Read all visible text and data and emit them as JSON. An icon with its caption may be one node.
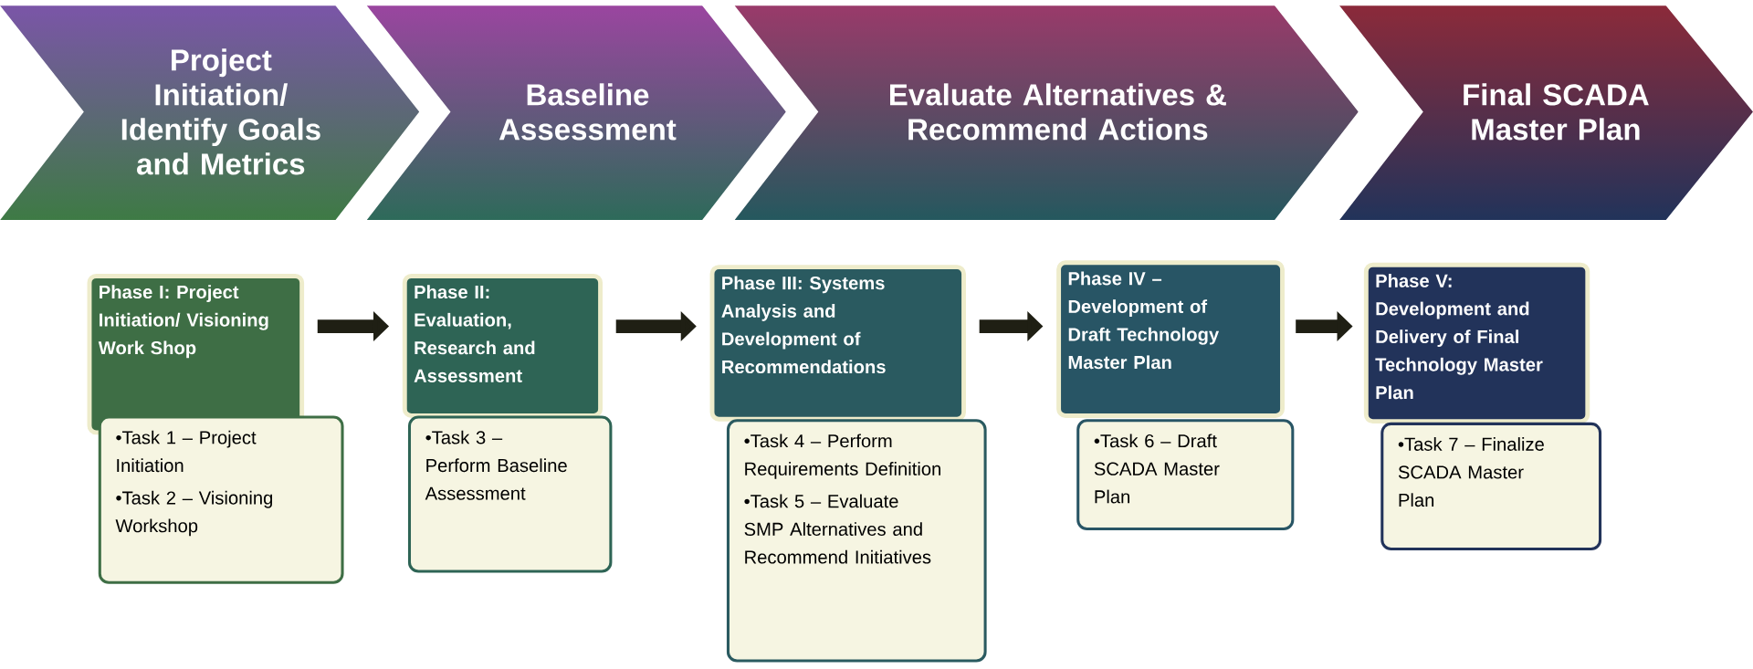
{
  "diagram": {
    "nodes": [
      {
        "text": [
          "Project Initiation/ Identify Goals and Metrics"
        ]
      },
      {
        "text": [
          "Baseline Assessment"
        ]
      },
      {
        "text": [
          "Evaluate Alternatives & Recommend Actions"
        ]
      },
      {
        "text": [
          "Final SCADA Master Plan"
        ]
      },
      {
        "text": [
          "Phase I: Project Initiation/ Visioning Work Shop"
        ]
      },
      {
        "text": [
          "•Task 1 – Project Initiation",
          "•Task 2 – Visioning Workshop"
        ]
      },
      {
        "text": [
          "Phase II: Evaluation, Research and Assessment"
        ]
      },
      {
        "text": [
          "•Task 3 – Perform Baseline Assessment"
        ]
      },
      {
        "text": [
          "Phase III: Systems Analysis and Development of Recommendations"
        ]
      },
      {
        "text": [
          "•Task 4 – Perform Requirements Definition",
          "•Task 5 – Evaluate SMP Alternatives and Recommend Initiatives"
        ]
      },
      {
        "text": [
          "Phase IV – Development of Draft Technology Master Plan"
        ]
      },
      {
        "text": [
          "•Task 6 – Draft SCADA Master Plan"
        ]
      },
      {
        "text": [
          "Phase V: Development and Delivery of Final Technology Master Plan"
        ]
      },
      {
        "text": [
          "•Task 7 – Finalize SCADA Master Plan"
        ]
      }
    ],
    "edges": [
      {
        "from": 4,
        "to": 6,
        "arrow": "to"
      },
      {
        "from": 6,
        "to": 8,
        "arrow": "to"
      },
      {
        "from": 8,
        "to": 10,
        "arrow": "to"
      },
      {
        "from": 10,
        "to": 12,
        "arrow": "to"
      }
    ]
  }
}
